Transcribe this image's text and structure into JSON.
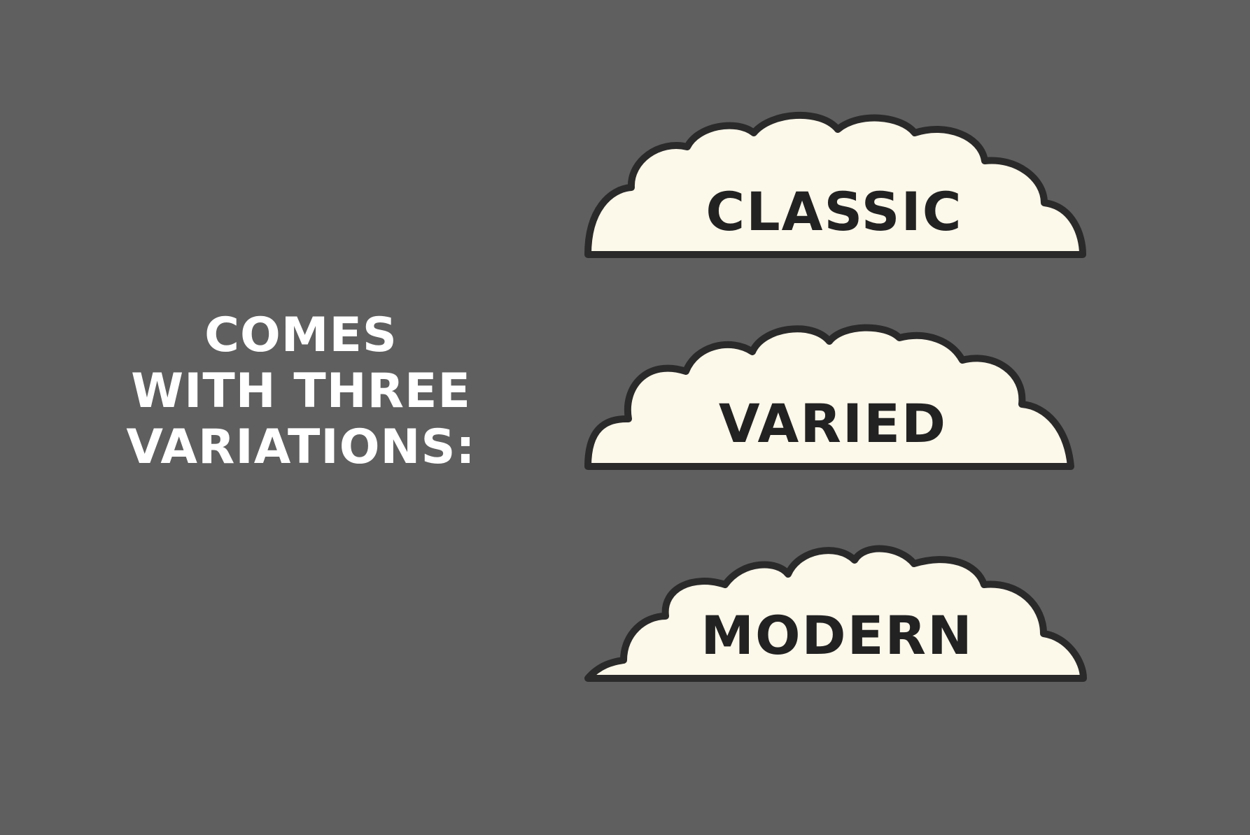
{
  "headline": {
    "line1": "COMES",
    "line2": "WITH THREE",
    "line3": "VARIATIONS:"
  },
  "variations": [
    {
      "label": "CLASSIC"
    },
    {
      "label": "VARIED"
    },
    {
      "label": "MODERN"
    }
  ],
  "colors": {
    "background": "#5f5f5f",
    "cloud_fill": "#fcf8ea",
    "cloud_outline": "#2a2a2a",
    "cloud_text": "#222222",
    "headline_text": "#ffffff"
  }
}
